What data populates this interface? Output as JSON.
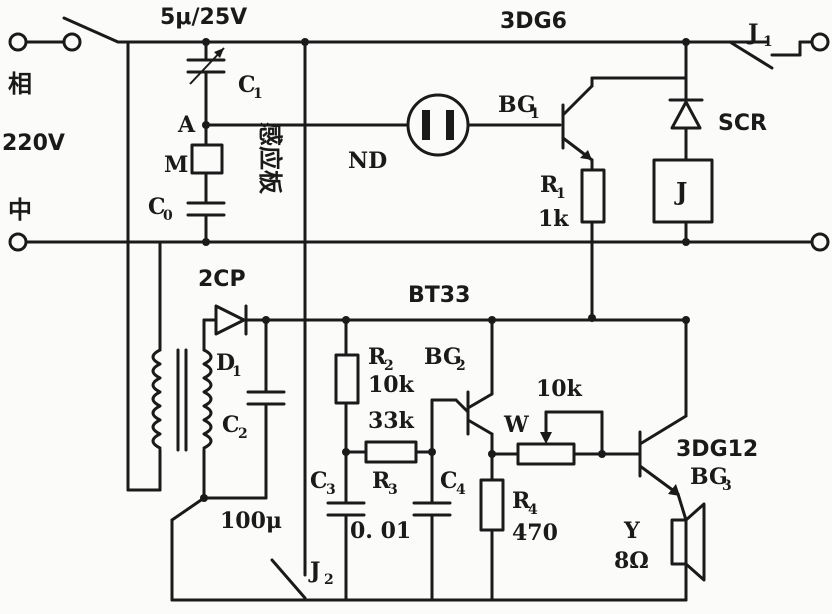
{
  "labels": {
    "cap_c1_rating": "5μ/25V",
    "bg1_type": "3DG6",
    "relay_contact_j1": "J",
    "relay_contact_j1_sub": "1",
    "phase": "相",
    "voltage": "220V",
    "neutral": "中",
    "c1": "C",
    "c1_sub": "1",
    "node_a": "A",
    "motor": "M",
    "c0": "C",
    "c0_sub": "0",
    "sensor_plate": "感应板",
    "neon": "ND",
    "bg1": "BG",
    "bg1_sub": "1",
    "scr": "SCR",
    "r1": "R",
    "r1_sub": "1",
    "r1_value": "1k",
    "relay_j": "J",
    "diode_type": "2CP",
    "ujt_type": "BT33",
    "d1": "D",
    "d1_sub": "1",
    "c2": "C",
    "c2_sub": "2",
    "c2_value": "100μ",
    "r2": "R",
    "r2_sub": "2",
    "r2_value": "10k",
    "r3_value": "33k",
    "r3": "R",
    "r3_sub": "3",
    "bg2": "BG",
    "bg2_sub": "2",
    "pot_value": "10k",
    "pot_w": "W",
    "bg3_type": "3DG12",
    "bg3": "BG",
    "bg3_sub": "3",
    "c3": "C",
    "c3_sub": "3",
    "c3_value": "0. 01",
    "c4": "C",
    "c4_sub": "4",
    "r4": "R",
    "r4_sub": "4",
    "r4_value": "470",
    "speaker": "Y",
    "speaker_value": "8Ω",
    "switch_j2": "J",
    "switch_j2_sub": "2"
  }
}
